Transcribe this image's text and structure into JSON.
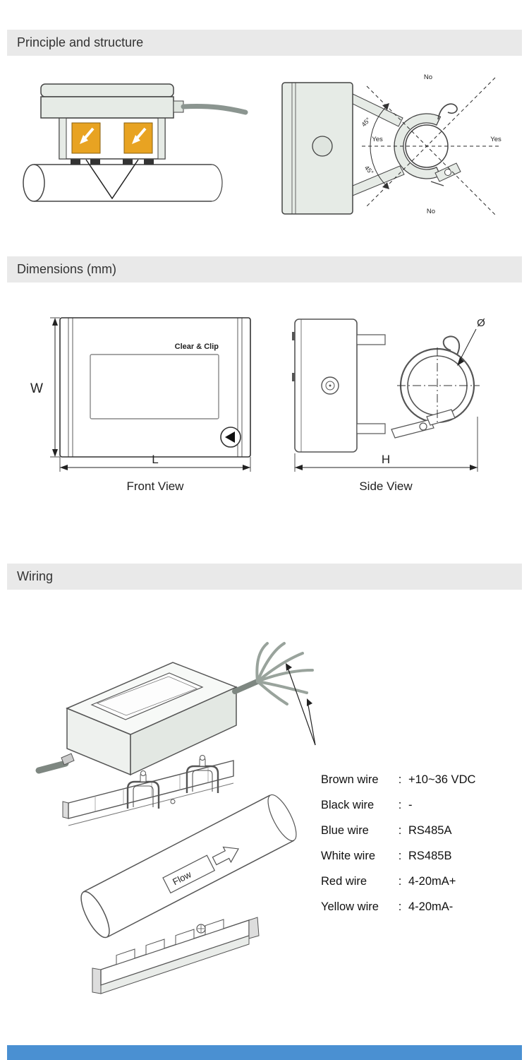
{
  "sections": {
    "principle": {
      "title": "Principle and structure"
    },
    "dimensions": {
      "title": "Dimensions (mm)"
    },
    "wiring": {
      "title": "Wiring"
    }
  },
  "principle_right": {
    "no_top": "No",
    "no_bottom": "No",
    "yes_left": "Yes",
    "yes_right": "Yes",
    "angle_upper": "45°",
    "angle_lower": "45°"
  },
  "dimensions_front": {
    "caption": "Front View",
    "device_label": "Clear & Clip",
    "dim_w": "W",
    "dim_l": "L"
  },
  "dimensions_side": {
    "caption": "Side View",
    "dim_h": "H",
    "dim_dia": "Ø"
  },
  "wiring": {
    "flow_label": "Flow",
    "legend": [
      {
        "label": "Brown wire",
        "colon": ":",
        "value": "+10~36 VDC"
      },
      {
        "label": "Black wire",
        "colon": ":",
        "value": "-"
      },
      {
        "label": "Blue wire",
        "colon": ":",
        "value": "RS485A"
      },
      {
        "label": "White wire",
        "colon": ":",
        "value": "RS485B"
      },
      {
        "label": "Red wire",
        "colon": ":",
        "value": "4-20mA+"
      },
      {
        "label": "Yellow wire",
        "colon": ":",
        "value": "4-20mA-"
      }
    ]
  },
  "colors": {
    "section_header_bg": "#e9e9e9",
    "accent_bar_blue": "#4a90d2",
    "sensor_orange": "#e8a322",
    "device_fill": "#e6ebe6",
    "line_dark": "#444444",
    "wire_gray": "#8b9590"
  }
}
